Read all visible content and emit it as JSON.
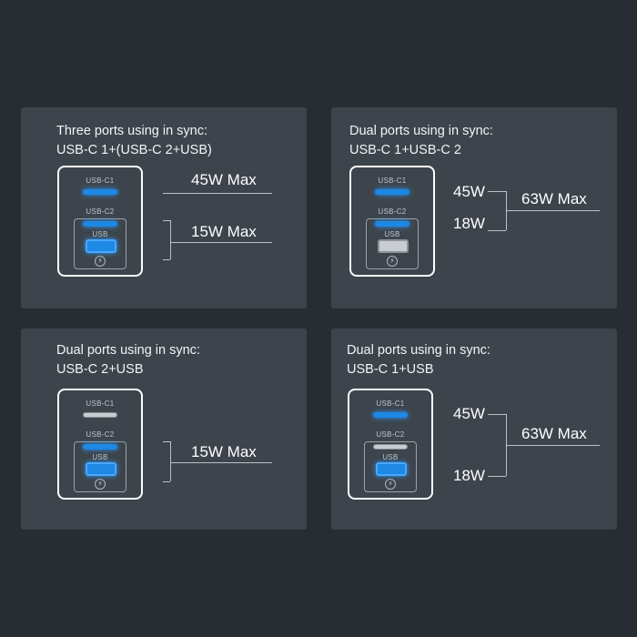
{
  "panels": [
    {
      "title": "Three ports using in sync:",
      "ports": "USB-C 1+(USB-C 2+USB)",
      "values": {
        "top": "45W Max",
        "bottom": "15W Max"
      }
    },
    {
      "title": "Dual ports using in sync:",
      "ports": "USB-C 1+USB-C 2",
      "values": {
        "a": "45W",
        "b": "18W",
        "total": "63W Max"
      }
    },
    {
      "title": "Dual ports using in sync:",
      "ports": "USB-C 2+USB",
      "values": {
        "bottom": "15W Max"
      }
    },
    {
      "title": "Dual ports using in sync:",
      "ports": "USB-C 1+USB",
      "values": {
        "a": "45W",
        "b": "18W",
        "total": "63W Max"
      }
    }
  ],
  "port_labels": {
    "c1": "USB-C1",
    "c2": "USB-C2",
    "usb": "USB"
  },
  "colors": {
    "active_port": "#1e88e5",
    "inactive_port": "#c8ccd0",
    "panel": "#3d444b",
    "background": "#272d33"
  },
  "icons": {
    "charging": "lightning-bolt-icon"
  },
  "port_states": [
    {
      "c1": "active",
      "c2": "active",
      "usb": "active"
    },
    {
      "c1": "active",
      "c2": "active",
      "usb": "inactive"
    },
    {
      "c1": "inactive",
      "c2": "active",
      "usb": "active"
    },
    {
      "c1": "active",
      "c2": "inactive",
      "usb": "active"
    }
  ]
}
